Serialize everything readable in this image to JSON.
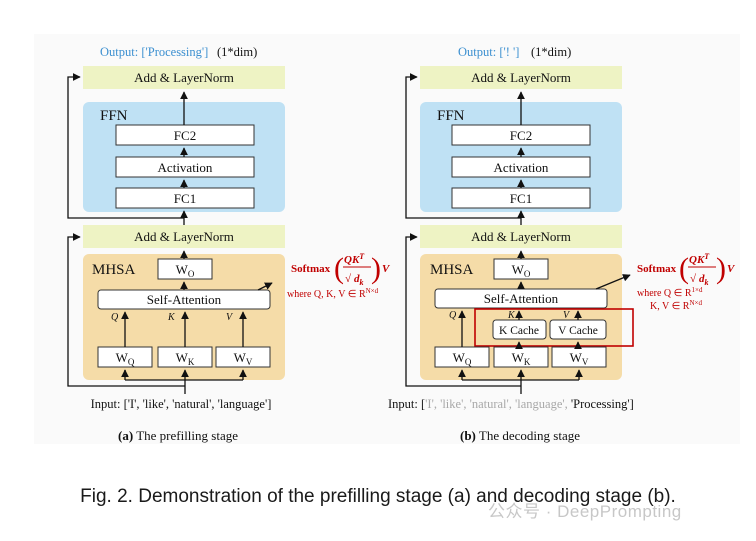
{
  "prefill": {
    "output_label": "Output: ['Processing']",
    "output_dim": "(1*dim)",
    "add_norm_top": "Add & LayerNorm",
    "ffn_label": "FFN",
    "fc2": "FC2",
    "activation": "Activation",
    "fc1": "FC1",
    "add_norm_bottom": "Add & LayerNorm",
    "mhsa_label": "MHSA",
    "wo": "W",
    "wo_sub": "O",
    "self_attention": "Self-Attention",
    "q": "Q",
    "k": "K",
    "v": "V",
    "wq": "W",
    "wq_sub": "Q",
    "wk": "W",
    "wk_sub": "K",
    "wv": "W",
    "wv_sub": "V",
    "softmax": "Softmax",
    "formula_num": "QK",
    "formula_sup": "T",
    "formula_den": "d",
    "formula_den_sub": "k",
    "formula_v": "V",
    "where": "where Q, K, V ∈ R",
    "where_sup": "N×d",
    "input_label": "Input: ['I', 'like', 'natural', 'language']",
    "caption": "(a) The prefilling stage",
    "caption_letter": "(a)",
    "caption_text": "The prefilling stage"
  },
  "decode": {
    "output_label": "Output: ['! ']",
    "output_dim": "(1*dim)",
    "add_norm_top": "Add & LayerNorm",
    "ffn_label": "FFN",
    "fc2": "FC2",
    "activation": "Activation",
    "fc1": "FC1",
    "add_norm_bottom": "Add & LayerNorm",
    "mhsa_label": "MHSA",
    "wo": "W",
    "wo_sub": "O",
    "self_attention": "Self-Attention",
    "q": "Q",
    "k": "K",
    "v": "V",
    "k_cache": "K Cache",
    "v_cache": "V Cache",
    "wq": "W",
    "wq_sub": "Q",
    "wk": "W",
    "wk_sub": "K",
    "wv": "W",
    "wv_sub": "V",
    "softmax": "Softmax",
    "formula_num": "QK",
    "formula_sup": "T",
    "formula_den": "d",
    "formula_den_sub": "k",
    "formula_v": "V",
    "where1": "where Q ∈ R",
    "where1_sup": "1×d",
    "where2": "K, V ∈ R",
    "where2_sup": "N×d",
    "input_prefix": "Input: [",
    "input_faded": "'I', 'like', 'natural', 'language',",
    "input_current": " 'Processing'",
    "input_suffix": "]",
    "caption_letter": "(b)",
    "caption_text": "The decoding stage"
  },
  "figure_caption": "Fig. 2. Demonstration of the prefilling stage (a) and decoding stage (b).",
  "watermark": "公众号 · DeepPrompting",
  "colors": {
    "add_norm": "#eef3c4",
    "ffn_bg": "#bfe1f4",
    "mhsa_bg": "#f5dca8",
    "output_blue": "#3b8fd0",
    "formula_red": "#c00000",
    "highlight_red": "#c00000",
    "faded": "#a8a8a8"
  }
}
